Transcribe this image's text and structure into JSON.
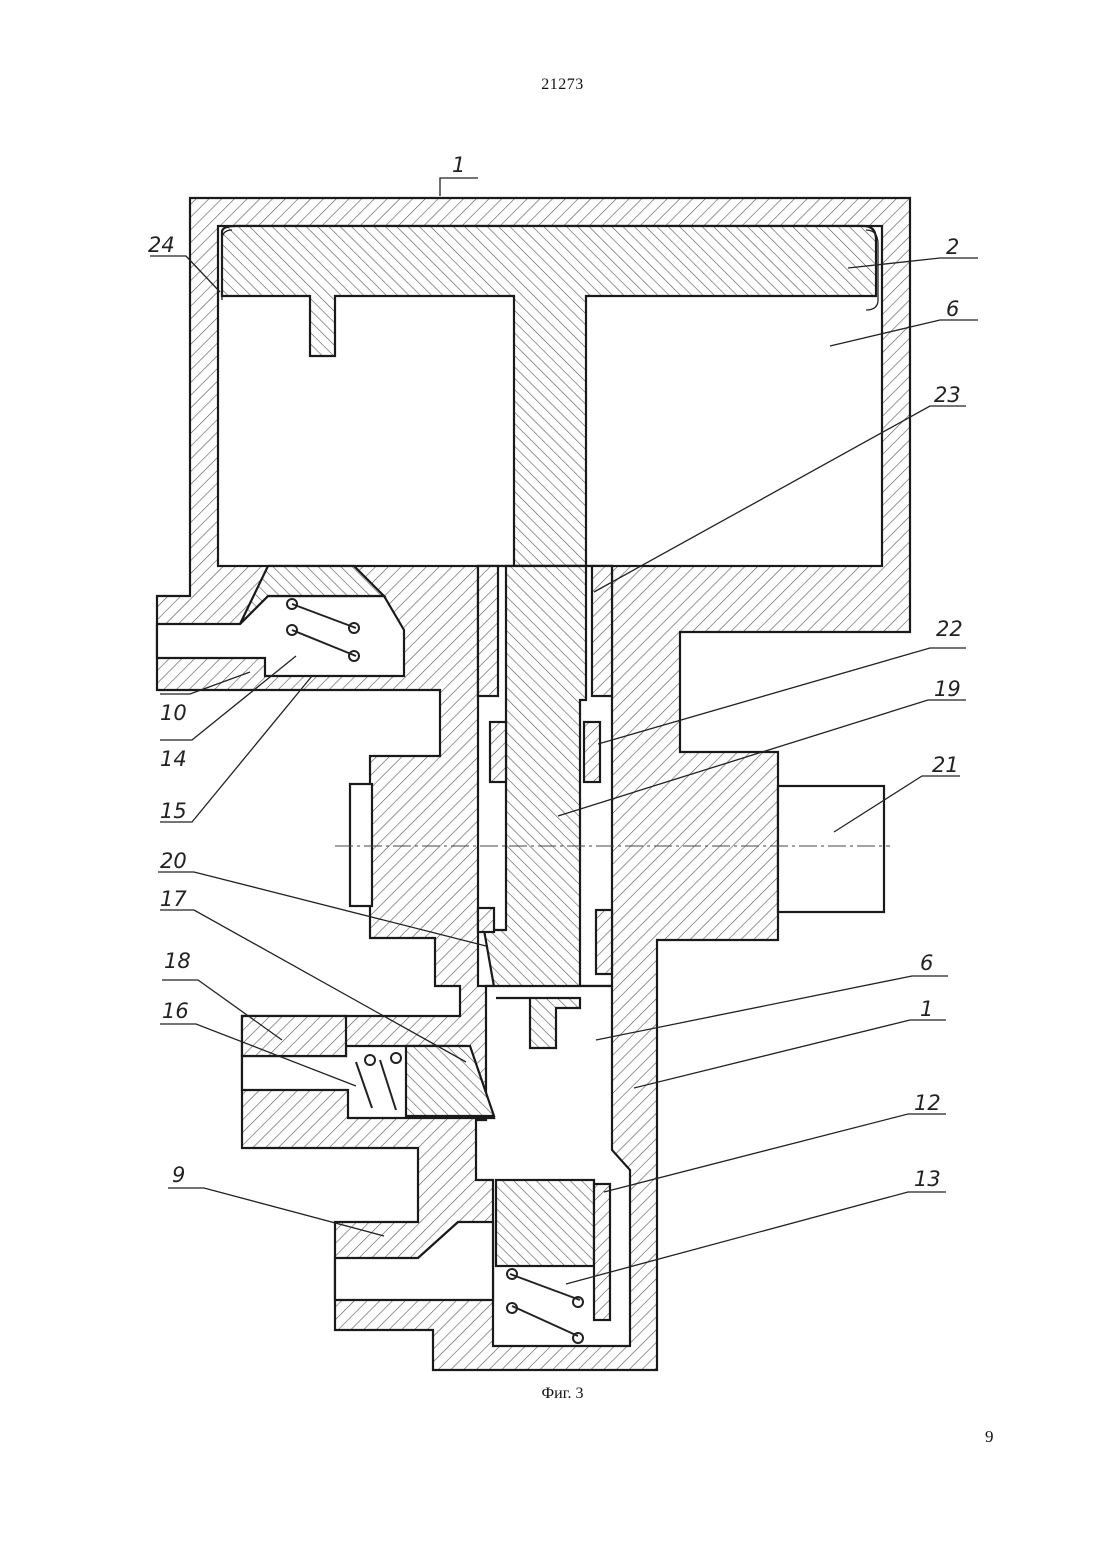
{
  "page": {
    "doc_number": "21273",
    "caption": "Фиг. 3",
    "page_number": "9"
  },
  "drawing": {
    "labels": {
      "l1_top": "1",
      "l2": "2",
      "l6_top": "6",
      "l23": "23",
      "l24": "24",
      "l22": "22",
      "l19": "19",
      "l21": "21",
      "l10": "10",
      "l14": "14",
      "l15": "15",
      "l20": "20",
      "l17": "17",
      "l18": "18",
      "l16": "16",
      "l6_bottom": "6",
      "l1_bottom": "1",
      "l12": "12",
      "l13": "13",
      "l9": "9"
    }
  }
}
